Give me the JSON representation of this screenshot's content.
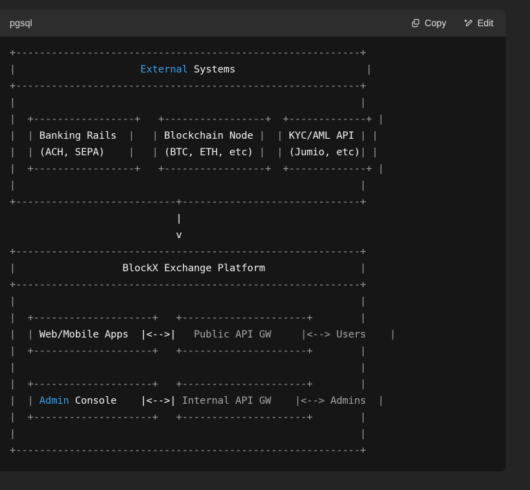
{
  "page": {
    "background": "#242424"
  },
  "code_block": {
    "language_label": "pgsql",
    "background": "#161616",
    "header_background": "#2d2d2d",
    "actions": [
      {
        "id": "copy",
        "label": "Copy",
        "icon": "copy-icon"
      },
      {
        "id": "edit",
        "label": "Edit",
        "icon": "pencil-edit-icon"
      }
    ],
    "colors": {
      "keyword_blue": "#3f9ee4",
      "text_white": "#f2f2f2",
      "text_dim": "#a6a6a6",
      "punctuation": "#9a9a9a"
    }
  },
  "diagram": {
    "title": "BlockX Exchange Platform architecture (ASCII)",
    "outer_boxes": [
      {
        "name": "External Systems",
        "keyword": "External",
        "rest": "Systems"
      },
      {
        "name": "BlockX Exchange Platform",
        "keyword": "",
        "rest": "BlockX Exchange Platform"
      }
    ],
    "external_systems_nodes": [
      {
        "title": "Banking Rails",
        "subtitle": "(ACH, SEPA)"
      },
      {
        "title": "Blockchain Node",
        "subtitle": "(BTC, ETH, etc)"
      },
      {
        "title": "KYC/AML API",
        "subtitle": "(Jumio, etc)"
      }
    ],
    "platform_rows": [
      {
        "left_node": "Web/Mobile Apps",
        "left_keyword": "",
        "connector": "|<-->|",
        "right_node": "Public API GW",
        "arrow": "|<-->",
        "actor": "Users"
      },
      {
        "left_node": "Admin Console",
        "left_keyword": "Admin",
        "connector": "|<-->|",
        "right_node": "Internal API GW",
        "arrow": "|<-->",
        "actor": "Admins"
      }
    ],
    "vertical_connector": {
      "line": "|",
      "arrowhead": "v"
    },
    "lines": [
      {
        "id": "l01",
        "segments": [
          {
            "c": "pun",
            "t": "+----------------------------------------------------------+"
          }
        ]
      },
      {
        "id": "l02",
        "segments": [
          {
            "c": "pun",
            "t": "|                     "
          },
          {
            "c": "kw",
            "t": "External"
          },
          {
            "c": "txt",
            "t": " Systems"
          },
          {
            "c": "pun",
            "t": "                      |"
          }
        ]
      },
      {
        "id": "l03",
        "segments": [
          {
            "c": "pun",
            "t": "+----------------------------------------------------------+"
          }
        ]
      },
      {
        "id": "l04",
        "segments": [
          {
            "c": "pun",
            "t": "|                                                          |"
          }
        ]
      },
      {
        "id": "l05",
        "segments": [
          {
            "c": "pun",
            "t": "|  +-----------------+   +-----------------+  +-------------+ |"
          }
        ]
      },
      {
        "id": "l06",
        "segments": [
          {
            "c": "pun",
            "t": "|  | "
          },
          {
            "c": "txt",
            "t": "Banking Rails"
          },
          {
            "c": "pun",
            "t": "  |   | "
          },
          {
            "c": "txt",
            "t": "Blockchain Node"
          },
          {
            "c": "pun",
            "t": " |  | "
          },
          {
            "c": "txt",
            "t": "KYC/AML API"
          },
          {
            "c": "pun",
            "t": " | |"
          }
        ]
      },
      {
        "id": "l07",
        "segments": [
          {
            "c": "pun",
            "t": "|  | "
          },
          {
            "c": "txt",
            "t": "(ACH, SEPA)"
          },
          {
            "c": "pun",
            "t": "    |   | "
          },
          {
            "c": "txt",
            "t": "(BTC, ETH, etc)"
          },
          {
            "c": "pun",
            "t": " |  | "
          },
          {
            "c": "txt",
            "t": "(Jumio, etc)"
          },
          {
            "c": "pun",
            "t": "| |"
          }
        ]
      },
      {
        "id": "l08",
        "segments": [
          {
            "c": "pun",
            "t": "|  +-----------------+   +-----------------+  +-------------+ |"
          }
        ]
      },
      {
        "id": "l09",
        "segments": [
          {
            "c": "pun",
            "t": "|                                                          |"
          }
        ]
      },
      {
        "id": "l10",
        "segments": [
          {
            "c": "pun",
            "t": "+---------------------------+------------------------------+"
          }
        ]
      },
      {
        "id": "l11",
        "segments": [
          {
            "c": "pun",
            "t": "                            "
          },
          {
            "c": "wht",
            "t": "|"
          }
        ]
      },
      {
        "id": "l12",
        "segments": [
          {
            "c": "pun",
            "t": "                            "
          },
          {
            "c": "wht",
            "t": "v"
          }
        ]
      },
      {
        "id": "l13",
        "segments": [
          {
            "c": "pun",
            "t": "+----------------------------------------------------------+"
          }
        ]
      },
      {
        "id": "l14",
        "segments": [
          {
            "c": "pun",
            "t": "|                  "
          },
          {
            "c": "txt",
            "t": "BlockX Exchange Platform"
          },
          {
            "c": "pun",
            "t": "                |"
          }
        ]
      },
      {
        "id": "l15",
        "segments": [
          {
            "c": "pun",
            "t": "+----------------------------------------------------------+"
          }
        ]
      },
      {
        "id": "l16",
        "segments": [
          {
            "c": "pun",
            "t": "|                                                          |"
          }
        ]
      },
      {
        "id": "l17",
        "segments": [
          {
            "c": "pun",
            "t": "|  +--------------------+   +---------------------+        |"
          }
        ]
      },
      {
        "id": "l18",
        "segments": [
          {
            "c": "pun",
            "t": "|  | "
          },
          {
            "c": "txt",
            "t": "Web/Mobile Apps"
          },
          {
            "c": "pun",
            "t": "  "
          },
          {
            "c": "wht",
            "t": "|<-->|"
          },
          {
            "c": "dim",
            "t": "   Public API GW     "
          },
          {
            "c": "pun",
            "t": "|"
          },
          {
            "c": "dim",
            "t": "<--> Users"
          },
          {
            "c": "pun",
            "t": "    |"
          }
        ]
      },
      {
        "id": "l19",
        "segments": [
          {
            "c": "pun",
            "t": "|  +--------------------+   +---------------------+        |"
          }
        ]
      },
      {
        "id": "l20",
        "segments": [
          {
            "c": "pun",
            "t": "|                                                          |"
          }
        ]
      },
      {
        "id": "l21",
        "segments": [
          {
            "c": "pun",
            "t": "|  +--------------------+   +---------------------+        |"
          }
        ]
      },
      {
        "id": "l22",
        "segments": [
          {
            "c": "pun",
            "t": "|  | "
          },
          {
            "c": "kw",
            "t": "Admin"
          },
          {
            "c": "txt",
            "t": " Console"
          },
          {
            "c": "pun",
            "t": "    "
          },
          {
            "c": "wht",
            "t": "|<-->|"
          },
          {
            "c": "dim",
            "t": " Internal API GW    "
          },
          {
            "c": "pun",
            "t": "|"
          },
          {
            "c": "dim",
            "t": "<--> Admins"
          },
          {
            "c": "pun",
            "t": "  |"
          }
        ]
      },
      {
        "id": "l23",
        "segments": [
          {
            "c": "pun",
            "t": "|  +--------------------+   +---------------------+        |"
          }
        ]
      },
      {
        "id": "l24",
        "segments": [
          {
            "c": "pun",
            "t": "|                                                          |"
          }
        ]
      },
      {
        "id": "l25",
        "segments": [
          {
            "c": "pun",
            "t": "+----------------------------------------------------------+"
          }
        ]
      }
    ]
  }
}
